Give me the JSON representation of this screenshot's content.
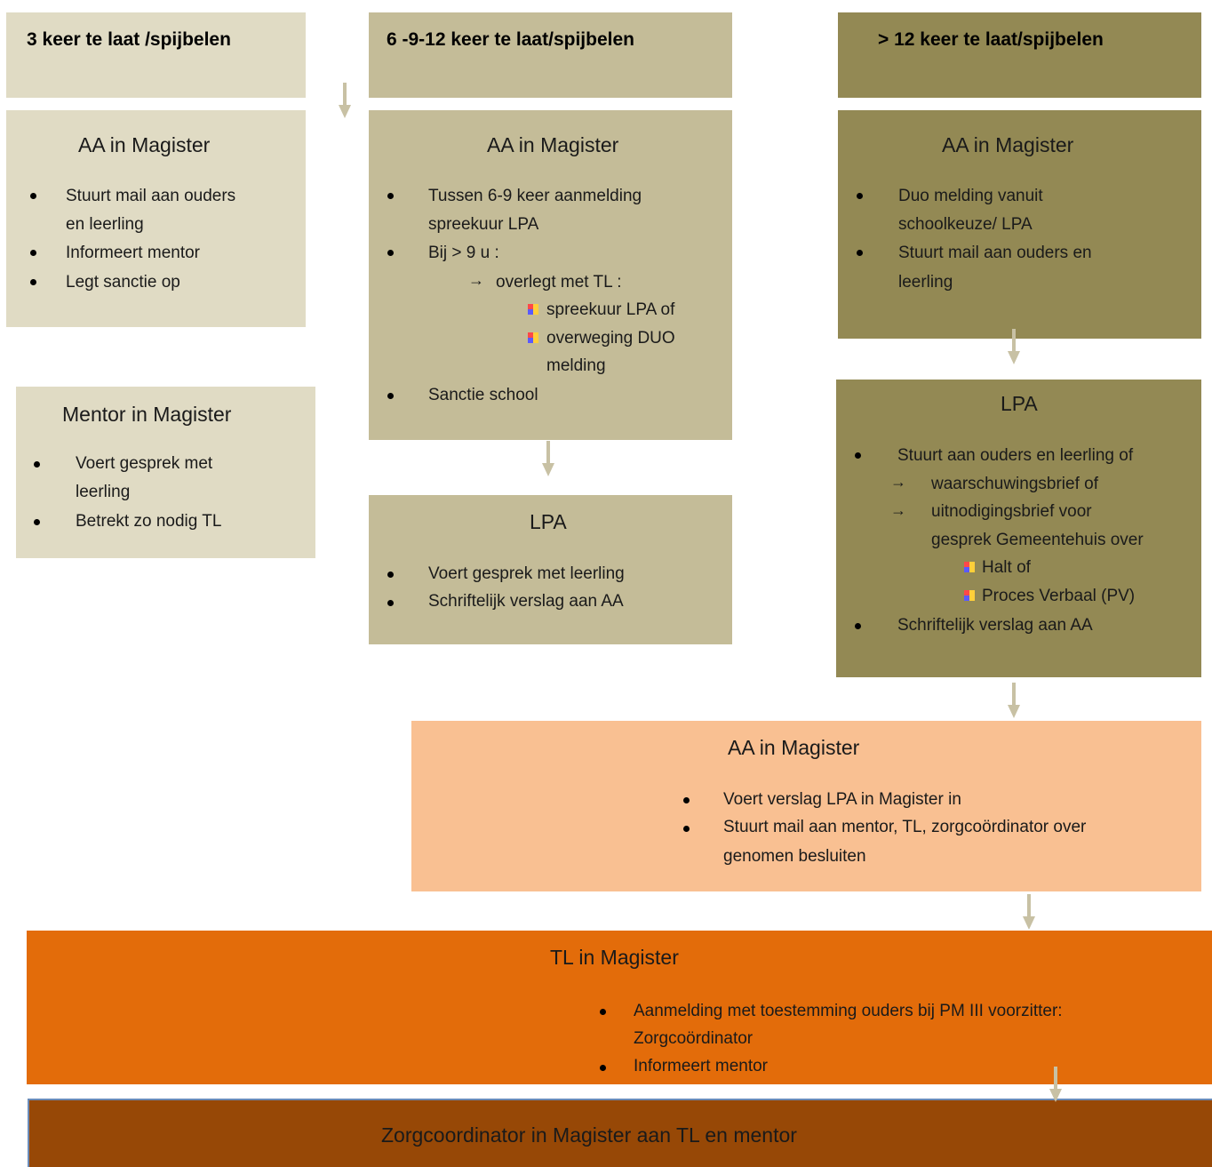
{
  "columns": {
    "col1": {
      "header": "3 keer te laat /spijbelen",
      "aa": {
        "title": "AA in Magister",
        "lines": [
          "Stuurt mail aan ouders",
          "en leerling",
          "Informeert mentor",
          "Legt sanctie op"
        ]
      },
      "mentor": {
        "title": "Mentor in Magister",
        "lines": [
          "Voert gesprek met",
          "leerling",
          "Betrekt zo nodig TL"
        ]
      }
    },
    "col2": {
      "header": "6 -9-12 keer te laat/spijbelen",
      "aa": {
        "title": "AA in Magister",
        "lines": [
          "Tussen 6-9 keer aanmelding",
          "spreekuur LPA",
          "Bij > 9 u :",
          "overlegt met TL :",
          "spreekuur LPA of",
          "overweging DUO",
          "melding",
          "Sanctie school"
        ],
        "arrow": "→"
      },
      "lpa": {
        "title": "LPA",
        "lines": [
          "Voert gesprek met leerling",
          "Schriftelijk verslag aan AA"
        ]
      }
    },
    "col3": {
      "header": "> 12 keer te laat/spijbelen",
      "aa": {
        "title": "AA in Magister",
        "lines": [
          "Duo melding vanuit",
          "schoolkeuze/ LPA",
          "Stuurt mail aan ouders en",
          "leerling"
        ]
      },
      "lpa": {
        "title": "LPA",
        "lines": [
          "Stuurt aan ouders en leerling of",
          "waarschuwingsbrief of",
          "uitnodigingsbrief voor",
          "gesprek  Gemeentehuis over",
          "Halt of",
          "Proces Verbaal (PV)",
          "Schriftelijk verslag aan AA"
        ],
        "arrow": "→"
      }
    }
  },
  "aa_final": {
    "title": "AA in Magister",
    "lines": [
      "Voert verslag LPA in Magister in",
      "Stuurt mail aan mentor, TL, zorgcoördinator over",
      "genomen besluiten"
    ]
  },
  "tl": {
    "title": "TL in Magister",
    "lines": [
      "Aanmelding met toestemming ouders bij PM III voorzitter:",
      "Zorgcoördinator",
      "Informeert mentor"
    ]
  },
  "zorg": {
    "title": "Zorgcoordinator in Magister aan TL en mentor"
  },
  "colors": {
    "light": "#e0dbc4",
    "mid": "#c4bc98",
    "dark": "#938954",
    "peach": "#f9c092",
    "orange": "#e36c0a",
    "brown": "#974806",
    "arrow": "#c8c1a4"
  }
}
